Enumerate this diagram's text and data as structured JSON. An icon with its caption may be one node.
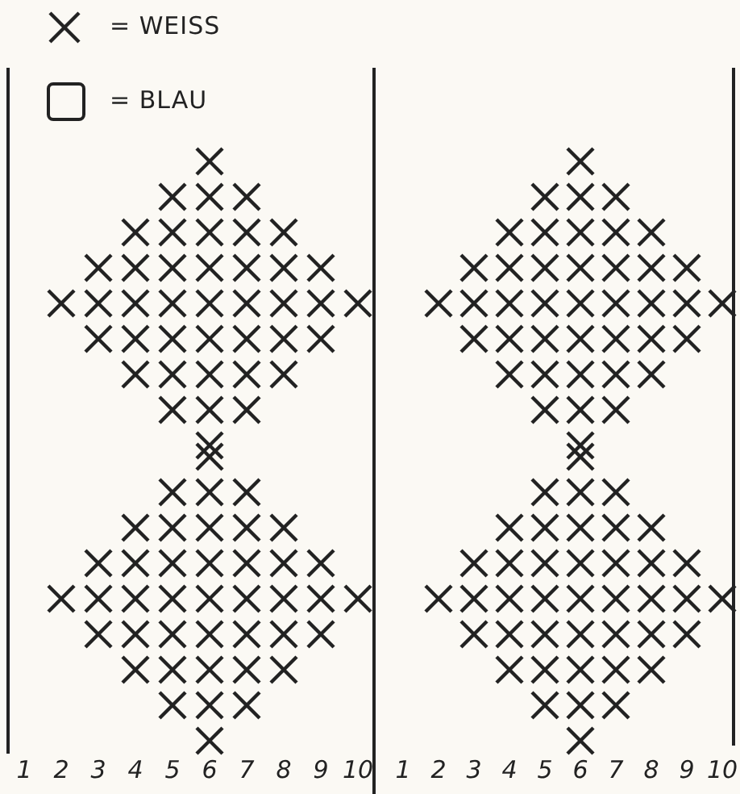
{
  "diagram": {
    "labels": [
      "1",
      "2",
      "3",
      "4",
      "5",
      "6",
      "7",
      "8",
      "9",
      "10",
      "1",
      "2",
      "3",
      "4",
      "5",
      "6",
      "7",
      "8",
      "9",
      "10"
    ],
    "legend": [
      {
        "text": "= WEISS"
      },
      {
        "text": "= BLAU"
      }
    ]
  }
}
